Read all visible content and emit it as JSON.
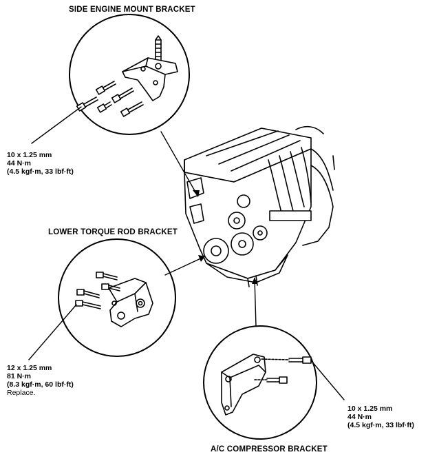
{
  "titles": {
    "side_mount": "SIDE ENGINE MOUNT BRACKET",
    "lower_torque": "LOWER TORQUE ROD BRACKET",
    "ac_compressor": "A/C COMPRESSOR BRACKET"
  },
  "specs": {
    "side_mount": {
      "size": "10 x 1.25 mm",
      "torque": "44 N·m",
      "alt": "(4.5 kgf·m, 33 lbf·ft)"
    },
    "lower_torque": {
      "size": "12 x 1.25 mm",
      "torque": "81 N·m",
      "alt": "(8.3 kgf·m, 60 lbf·ft)",
      "note": "Replace."
    },
    "ac_compressor": {
      "size": "10 x 1.25 mm",
      "torque": "44 N·m",
      "alt": "(4.5 kgf·m, 33 lbf·ft)"
    }
  }
}
